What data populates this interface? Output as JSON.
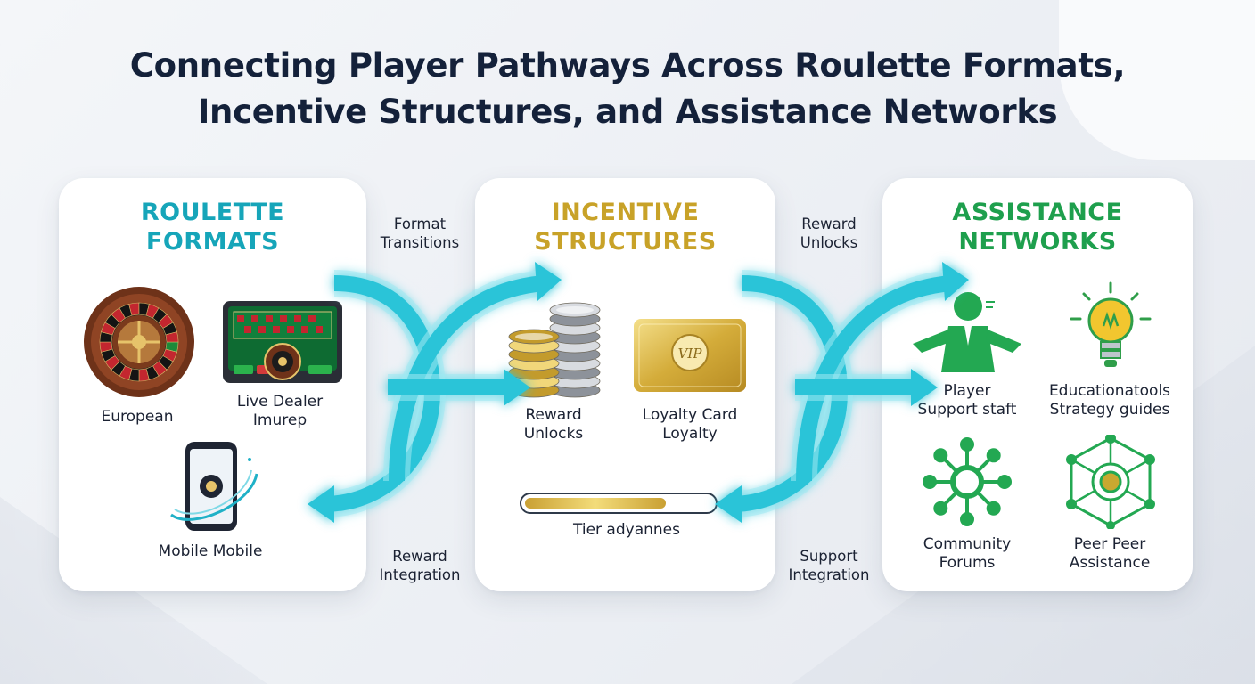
{
  "title_line1": "Connecting Player Pathways Across Roulette Formats,",
  "title_line2": "Incentive Structures, and Assistance Networks",
  "panels": {
    "roulette": {
      "heading_line1": "ROULETTE",
      "heading_line2": "FORMATS",
      "items": {
        "european": "European",
        "live_line1": "Live Dealer",
        "live_line2": "Imurep",
        "mobile": "Mobile Mobile"
      }
    },
    "incentive": {
      "heading_line1": "INCENTIVE",
      "heading_line2": "STRUCTURES",
      "items": {
        "reward_line1": "Reward",
        "reward_line2": "Unlocks",
        "loyalty_line1": "Loyalty Card",
        "loyalty_line2": "Loyalty",
        "vip_text": "VIP",
        "tier_label": "Tier adyannes",
        "tier_progress": 0.75
      }
    },
    "assistance": {
      "heading_line1": "ASSISTANCE",
      "heading_line2": "NETWORKS",
      "items": {
        "support_line1": "Player",
        "support_line2": "Support staft",
        "edu_line1": "Educationatools",
        "edu_line2": "Strategy guides",
        "community_line1": "Community",
        "community_line2": "Forums",
        "peer_line1": "Peer Peer",
        "peer_line2": "Assistance"
      }
    }
  },
  "flows": {
    "format_line1": "Format",
    "format_line2": "Transitions",
    "reward_unlocks_line1": "Reward",
    "reward_unlocks_line2": "Unlocks",
    "reward_integration_line1": "Reward",
    "reward_integration_line2": "Integration",
    "support_integration_line1": "Support",
    "support_integration_line2": "Integration"
  },
  "colors": {
    "teal": "#16a5b9",
    "gold": "#c8a228",
    "green": "#1e9f4d",
    "arrow": "#2cc4d8"
  }
}
